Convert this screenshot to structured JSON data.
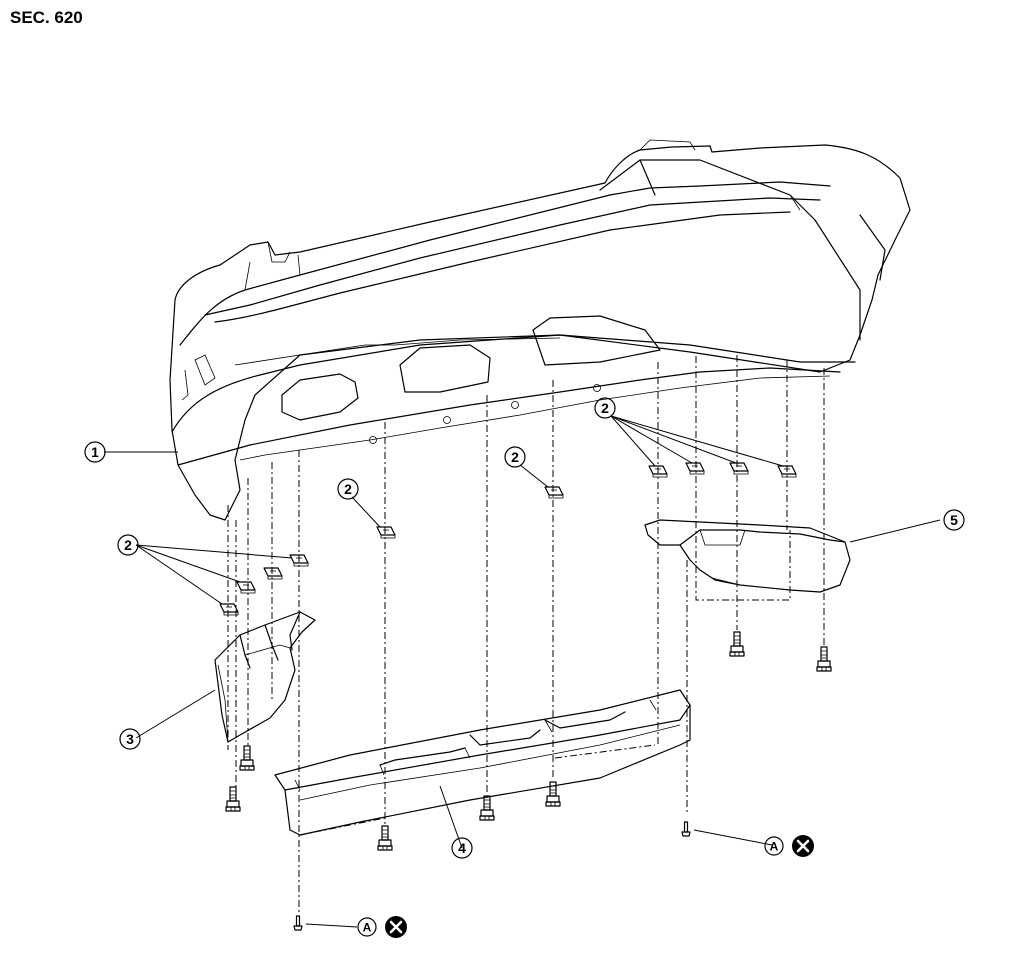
{
  "header": {
    "section": "SEC. 620"
  },
  "callouts": {
    "c1": "1",
    "c2": "2",
    "c3": "3",
    "c4": "4",
    "c5": "5"
  },
  "reference": {
    "letter": "A"
  },
  "parts": [
    {
      "number": "1",
      "icon": "rear-bumper-fascia"
    },
    {
      "number": "2",
      "icon": "clip"
    },
    {
      "number": "3",
      "icon": "side-bracket"
    },
    {
      "number": "4",
      "icon": "lower-reinforcement"
    },
    {
      "number": "5",
      "icon": "side-bracket"
    }
  ],
  "symbols": {
    "not_reusable": "x-circle-icon"
  }
}
